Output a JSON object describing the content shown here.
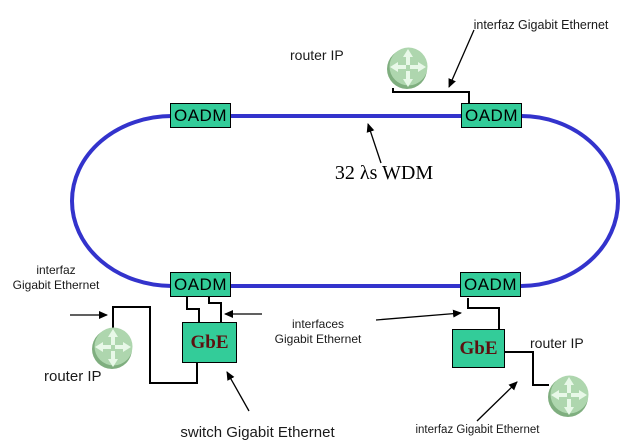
{
  "nodes": {
    "oadm": "OADM",
    "gbe": "GbE"
  },
  "labels": {
    "interfaz_top_right": "interfaz Gigabit Ethernet",
    "router_ip_top": "router IP",
    "wdm": "32 λs WDM",
    "interfaz_left": {
      "line1": "interfaz",
      "line2": "Gigabit Ethernet"
    },
    "router_ip_left": "router IP",
    "interfaces_mid": {
      "line1": "interfaces",
      "line2": "Gigabit Ethernet"
    },
    "switch_bottom": "switch Gigabit Ethernet",
    "router_ip_right": "router IP",
    "interfaz_bottom_right": "interfaz Gigabit Ethernet"
  },
  "colors": {
    "ring_blue": "#3333cc",
    "node_green": "#33cc99",
    "node_border": "#000000",
    "gbe_text": "#5c1010",
    "wire_black": "#000000",
    "router_icon_green": "#9fcf9f",
    "router_icon_cross": "#e8f8e8"
  },
  "icons": {
    "router": "router-icon"
  }
}
